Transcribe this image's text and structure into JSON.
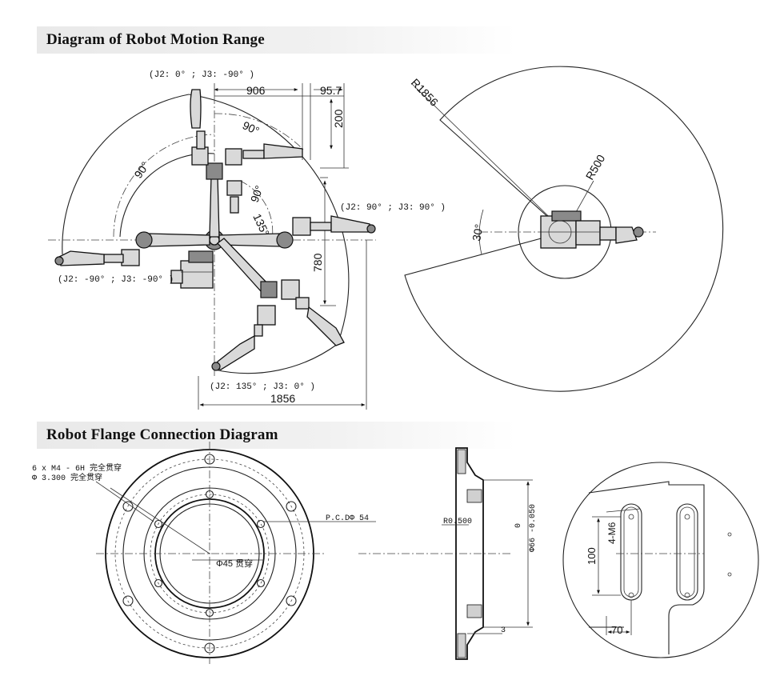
{
  "sections": {
    "motion_title": "Diagram of Robot Motion Range",
    "flange_title": "Robot Flange Connection Diagram"
  },
  "motion": {
    "pose_top": "(J2: 0° ; J3: -90° )",
    "pose_right": "(J2: 90° ; J3: 90° )",
    "pose_left": "(J2: -90° ; J3: -90° )",
    "pose_bottom": "(J2: 135° ; J3: 0° )",
    "dim_906": "906",
    "dim_957": "95.7",
    "dim_200": "200",
    "dim_780": "780",
    "dim_1856": "1856",
    "angle_90_top": "90°",
    "angle_90_left": "90°",
    "angle_90_mid": "90°",
    "angle_135": "135°"
  },
  "top_view": {
    "r_outer": "R1856",
    "r_inner": "R500",
    "angle_30": "30°"
  },
  "flange": {
    "note_holes_1": "6 x  M4 - 6H 完全贯穿",
    "note_holes_2": "Φ 3.300 完全贯穿",
    "pcd": "P.C.DΦ 54",
    "bore": "Φ45 贯穿",
    "radius": "R0.500",
    "tol_zero": "0",
    "dia_tol": "Φ66 -0.050",
    "dim_3": "3",
    "dim_100": "100",
    "slot_label": "4-M6",
    "dim_70": "70"
  }
}
